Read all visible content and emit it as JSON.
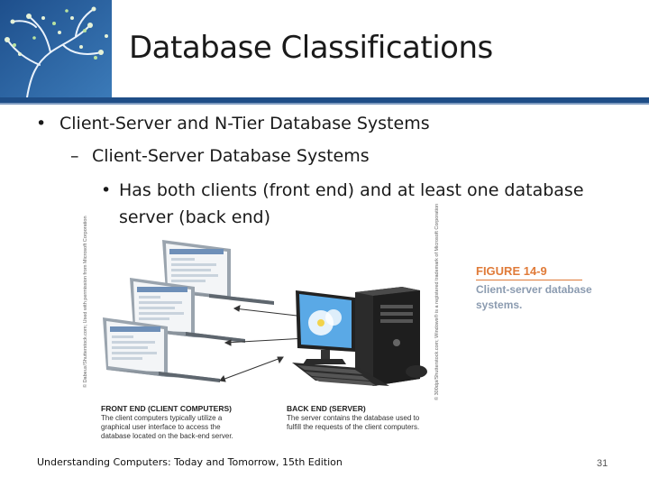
{
  "slide": {
    "title": "Database Classifications",
    "bullets": {
      "level1": "Client-Server and N-Tier Database Systems",
      "level2": "Client-Server Database Systems",
      "level3": "Has both clients (front end) and at least one database server (back end)"
    },
    "markers": {
      "level1": "•",
      "level2": "–",
      "level3": "•"
    }
  },
  "figure": {
    "label": "FIGURE 14-9",
    "caption": "Client-server database systems.",
    "front_end_title": "FRONT END (CLIENT COMPUTERS)",
    "front_end_text": "The client computers typically utilize a graphical user interface to access the database located on the back-end server.",
    "back_end_title": "BACK END (SERVER)",
    "back_end_text": "The server contains the database used to fulfill the requests of the client computers.",
    "credit_left": "© Dabeux/Shutterstock.com; Used with permission from Microsoft Corporation",
    "credit_right": "© 300dpi/Shutterstock.com; Windows® is a registered trademark of Microsoft Corporation"
  },
  "footer": {
    "text": "Understanding Computers: Today and Tomorrow, 15th Edition",
    "page_number": "31"
  },
  "colors": {
    "rule": "#1f4e87",
    "figure_label": "#e07b39",
    "figure_caption": "#8b9bb0"
  }
}
